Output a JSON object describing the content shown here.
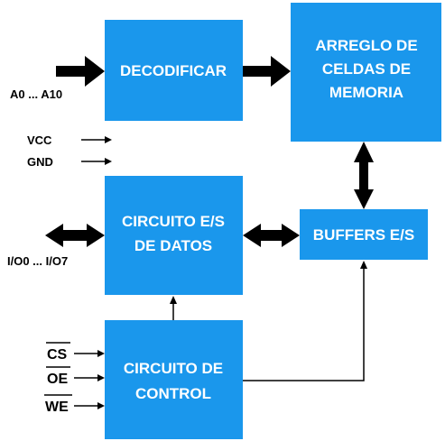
{
  "colors": {
    "block": "#1a97ec",
    "text": "#ffffff",
    "line": "#000000"
  },
  "blocks": {
    "decoder": [
      "DECODIFICAR"
    ],
    "memory_array": [
      "ARREGLO DE",
      "CELDAS DE",
      "MEMORIA"
    ],
    "io_circuit": [
      "CIRCUITO E/S",
      "DE DATOS"
    ],
    "buffers": [
      "BUFFERS E/S"
    ],
    "control": [
      "CIRCUITO DE",
      "CONTROL"
    ]
  },
  "labels": {
    "address": "A0 ... A10",
    "vcc": "VCC",
    "gnd": "GND",
    "io_pins": "I/O0 ... I/O7",
    "cs": "CS",
    "oe": "OE",
    "we": "WE"
  }
}
